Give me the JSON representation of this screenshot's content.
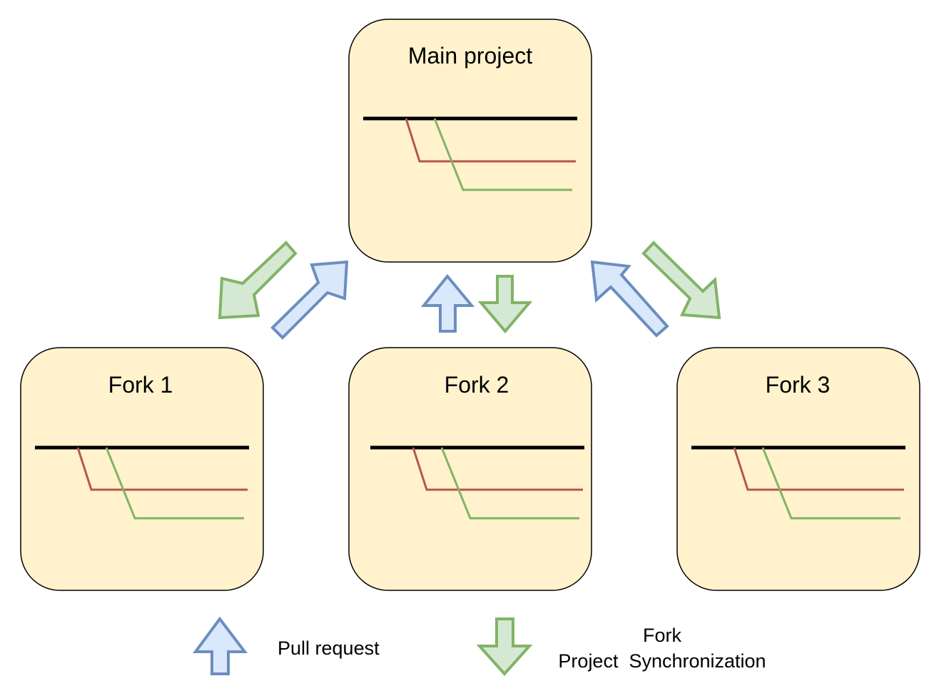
{
  "colors": {
    "box_fill": "#fff2cc",
    "box_stroke": "#000000",
    "trunk": "#000000",
    "branch_red": "#b85450",
    "branch_green": "#82b366",
    "pull_fill": "#dae8fc",
    "pull_stroke": "#6c8ebf",
    "sync_fill": "#d5e8d4",
    "sync_stroke": "#82b366"
  },
  "boxes": {
    "main": {
      "title": "Main project"
    },
    "fork1": {
      "title": "Fork 1"
    },
    "fork2": {
      "title": "Fork 2"
    },
    "fork3": {
      "title": "Fork 3"
    }
  },
  "arrows": [
    {
      "kind": "sync",
      "from": "Main project",
      "to": "Fork 1"
    },
    {
      "kind": "pull",
      "from": "Fork 1",
      "to": "Main project"
    },
    {
      "kind": "pull",
      "from": "Fork 2",
      "to": "Main project"
    },
    {
      "kind": "sync",
      "from": "Main project",
      "to": "Fork 2"
    },
    {
      "kind": "pull",
      "from": "Fork 3",
      "to": "Main project"
    },
    {
      "kind": "sync",
      "from": "Main project",
      "to": "Fork 3"
    }
  ],
  "legend": {
    "pull_request": "Pull request",
    "sync_line1": "Fork",
    "sync_line2": "Project  Synchronization"
  }
}
